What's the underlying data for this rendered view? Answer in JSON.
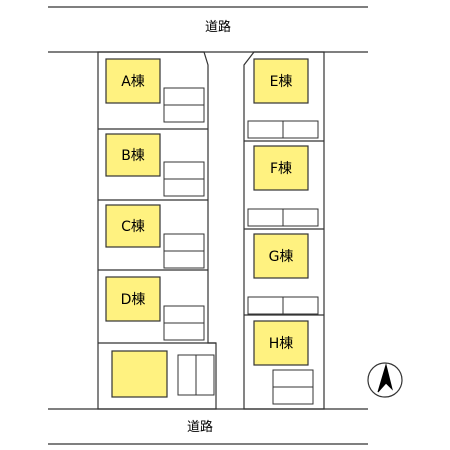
{
  "roads": {
    "top": "道路",
    "bottom": "道路"
  },
  "buildings": [
    {
      "id": "a",
      "label": "A棟"
    },
    {
      "id": "b",
      "label": "B棟"
    },
    {
      "id": "c",
      "label": "C棟"
    },
    {
      "id": "d",
      "label": "D棟"
    },
    {
      "id": "e",
      "label": "E棟"
    },
    {
      "id": "f",
      "label": "F棟"
    },
    {
      "id": "g",
      "label": "G棟"
    },
    {
      "id": "h",
      "label": "H棟"
    },
    {
      "id": "unlabeled",
      "label": ""
    }
  ],
  "colors": {
    "building_fill": "#FFF280",
    "line": "#333333",
    "background": "#FFFFFF"
  },
  "icons": {
    "compass": "north-arrow-icon"
  }
}
